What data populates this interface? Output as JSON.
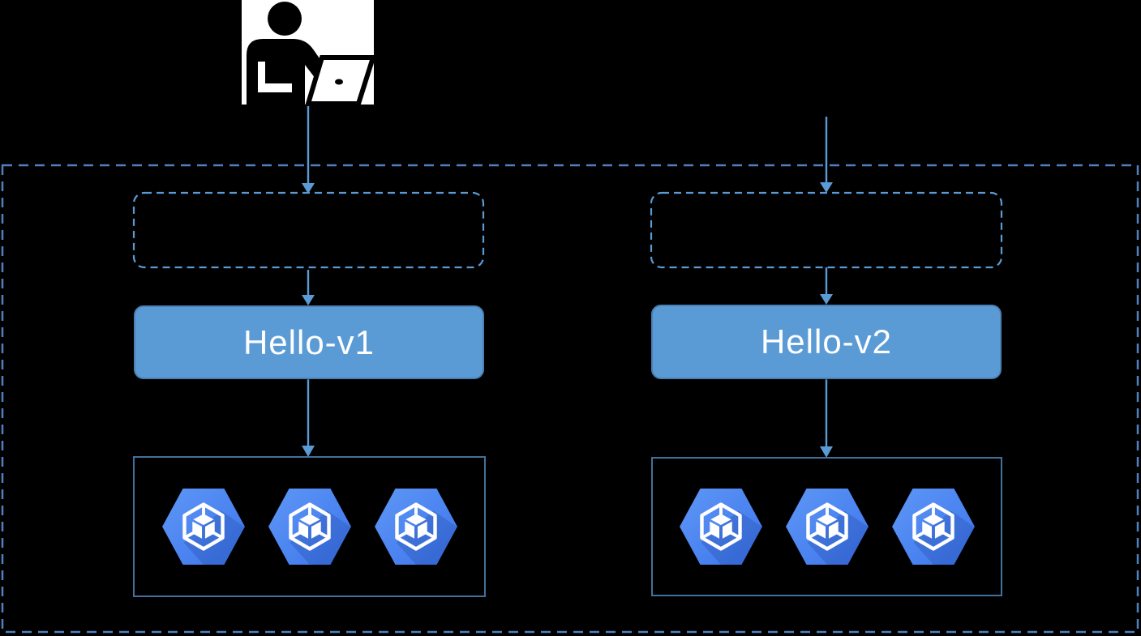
{
  "colors": {
    "bg": "#000000",
    "white": "#ffffff",
    "accent": "#5b9bd5",
    "accent-border": "#4a80b4",
    "line": "#5b9bd5",
    "dash-outer": "#4f81bd",
    "pods-border": "#41719c",
    "gke-light": "#5e97f6",
    "gke-dark": "#3d74ec"
  },
  "diagram": {
    "actor": {
      "icon": "person-at-laptop"
    },
    "cluster": {
      "boundary_style": "dashed"
    },
    "services": [
      {
        "id": "v1",
        "label": "Hello-v1",
        "ingress_box_text": "",
        "pod_count": 3,
        "pod_icon": "gke-hexagon-pod"
      },
      {
        "id": "v2",
        "label": "Hello-v2",
        "ingress_box_text": "",
        "pod_count": 3,
        "pod_icon": "gke-hexagon-pod"
      }
    ]
  }
}
